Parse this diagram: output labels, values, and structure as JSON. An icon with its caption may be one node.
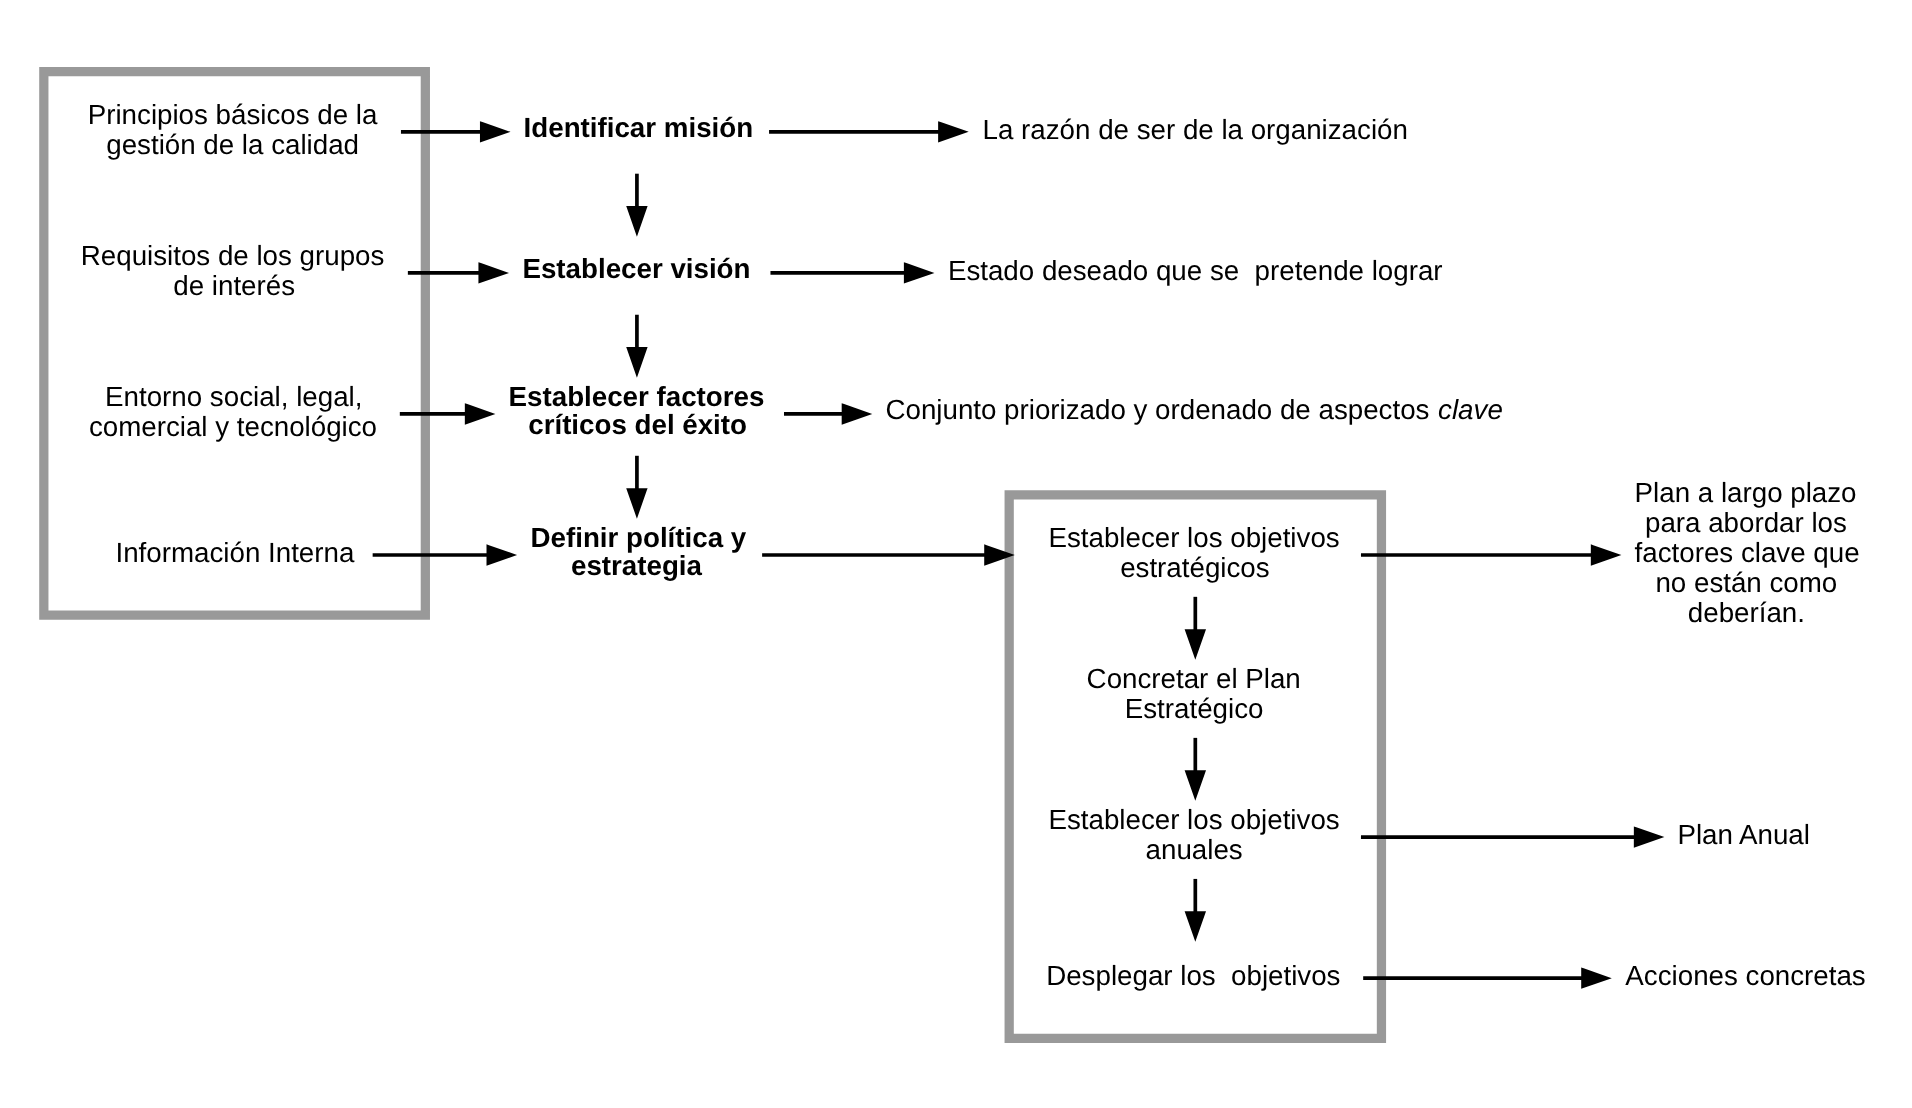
{
  "diagram": {
    "nodes": [
      {
        "text": [],
        "shape": "box"
      },
      {
        "text": [
          "Principios básicos de la gestión de la calidad"
        ],
        "in": 0
      },
      {
        "text": [
          "Requisitos de los grupos de interés"
        ],
        "in": 0
      },
      {
        "text": [
          "Entorno social, legal, comercial y tecnológico"
        ],
        "in": 0
      },
      {
        "text": [
          "Información Interna"
        ],
        "in": 0
      },
      {
        "text": [
          "Identificar misión"
        ]
      },
      {
        "text": [
          "La razón de ser de la organización"
        ]
      },
      {
        "text": [
          "Establecer visión"
        ]
      },
      {
        "text": [
          "Estado deseado que se  pretende lograr"
        ]
      },
      {
        "text": [
          "Establecer factores críticos del éxito"
        ]
      },
      {
        "text": [
          "Conjunto priorizado y ordenado de aspectos *clave*"
        ]
      },
      {
        "text": [
          "Definir política y estrategia"
        ]
      },
      {
        "text": [],
        "shape": "box"
      },
      {
        "text": [
          "Establecer los objetivos estratégicos"
        ],
        "in": 12
      },
      {
        "text": [
          "Concretar el Plan Estratégico"
        ],
        "in": 12
      },
      {
        "text": [
          "Establecer los objetivos anuales"
        ],
        "in": 12
      },
      {
        "text": [
          "Desplegar los  objetivos"
        ],
        "in": 12
      },
      {
        "text": [
          "Plan a largo plazo para abordar los factores clave que no están como deberían."
        ]
      },
      {
        "text": [
          "Plan Anual"
        ]
      },
      {
        "text": [
          "Acciones concretas"
        ]
      }
    ],
    "edges": [
      {
        "from": 1,
        "to": 5,
        "arrow": "to"
      },
      {
        "from": 5,
        "to": 6,
        "arrow": "to"
      },
      {
        "from": 2,
        "to": 7,
        "arrow": "to"
      },
      {
        "from": 7,
        "to": 8,
        "arrow": "to"
      },
      {
        "from": 3,
        "to": 9,
        "arrow": "to"
      },
      {
        "from": 9,
        "to": 10,
        "arrow": "to"
      },
      {
        "from": 4,
        "to": 11,
        "arrow": "to"
      },
      {
        "from": 5,
        "to": 7,
        "arrow": "to"
      },
      {
        "from": 7,
        "to": 9,
        "arrow": "to"
      },
      {
        "from": 9,
        "to": 11,
        "arrow": "to"
      },
      {
        "from": 11,
        "to": 12,
        "arrow": "to"
      },
      {
        "from": 13,
        "to": 14,
        "arrow": "to"
      },
      {
        "from": 14,
        "to": 15,
        "arrow": "to"
      },
      {
        "from": 15,
        "to": 16,
        "arrow": "to"
      },
      {
        "from": 13,
        "to": 17,
        "arrow": "to"
      },
      {
        "from": 15,
        "to": 18,
        "arrow": "to"
      },
      {
        "from": 16,
        "to": 19,
        "arrow": "to"
      }
    ]
  }
}
